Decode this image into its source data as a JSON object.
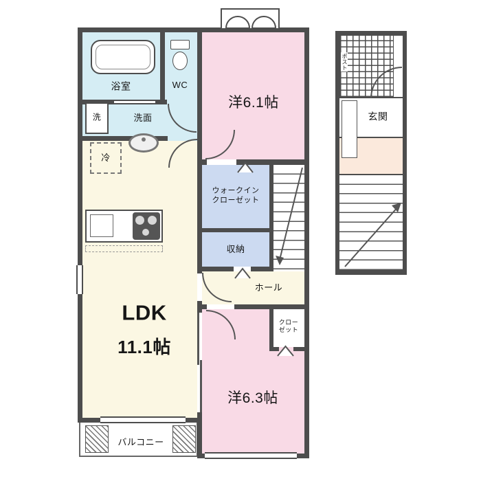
{
  "labels": {
    "bath": "浴室",
    "wc": "WC",
    "room61": "洋6.1帖",
    "washer": "洗",
    "washroom": "洗面",
    "fridge": "冷",
    "wic": "ウォークイン\nクローゼット",
    "storage": "収納",
    "hall": "ホール",
    "ldk": "LDK",
    "ldk_size": "11.1帖",
    "closet": "クロー\nゼット",
    "room63": "洋6.3帖",
    "balcony": "バルコニー",
    "entrance": "玄関",
    "post": "ポスト"
  },
  "colors": {
    "wall": "#4d4d4d",
    "room_pink": "#f9dae6",
    "wet_area_blue": "#d5edf4",
    "closet_blue": "#ccdaf1",
    "living_cream": "#fbf7e3",
    "landing_peach": "#fbe9dc"
  }
}
